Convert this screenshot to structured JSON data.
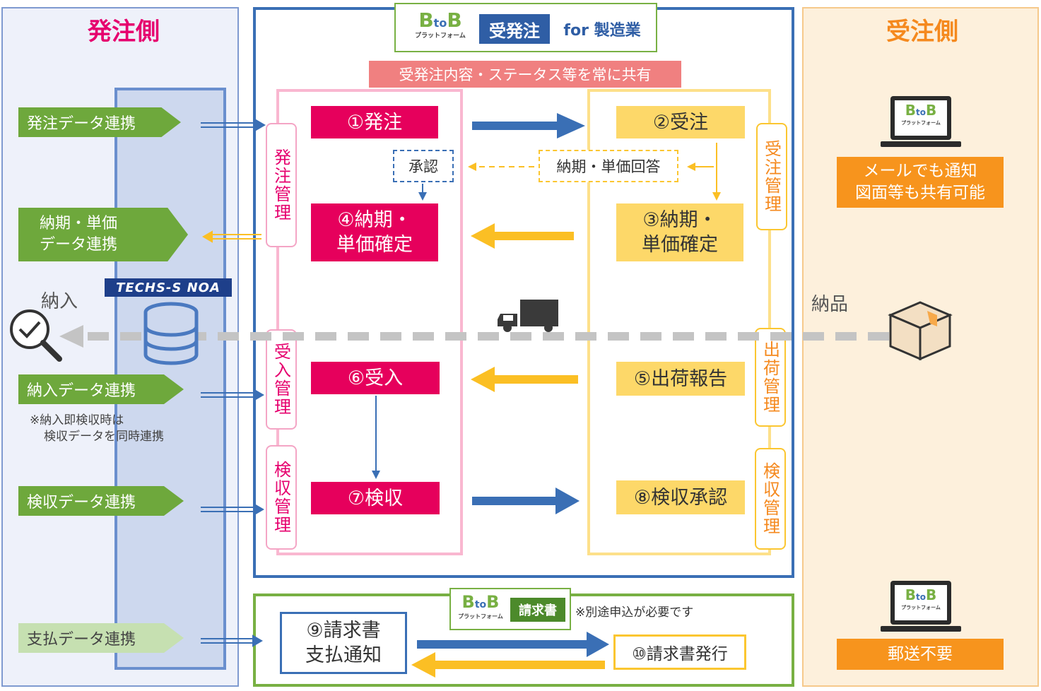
{
  "sides": {
    "order_side": "発注側",
    "receive_side": "受注側"
  },
  "platform_logo": {
    "b1": "B",
    "to": "to",
    "b2": "B",
    "sub": "プラットフォーム"
  },
  "header_logo": {
    "product": "受発注",
    "for_text": "for 製造業"
  },
  "share_banner": "受発注内容・ステータス等を常に共有",
  "left_links": {
    "order_data": "発注データ連携",
    "delivery_price_line1": "納期・単価",
    "delivery_price_line2": "データ連携",
    "receipt_data": "納入データ連携",
    "note_line1": "※納入即検収時は",
    "note_line2": "検収データを同時連携",
    "inspection_data": "検収データ連携",
    "payment_data": "支払データ連携"
  },
  "techs_logo": "TECHS-S NOA",
  "delivery_in_label": "納入",
  "delivery_out_label": "納品",
  "order_mgmt_tags": {
    "order": "発注管理",
    "receipt": "受入管理",
    "inspection": "検収管理"
  },
  "receive_mgmt_tags": {
    "receive": "受注管理",
    "shipping": "出荷管理",
    "inspection": "検収管理"
  },
  "steps": {
    "s1": "①発注",
    "s2": "②受注",
    "s3_line1": "③納期・",
    "s3_line2": "単価確定",
    "s4_line1": "④納期・",
    "s4_line2": "単価確定",
    "s5": "⑤出荷報告",
    "s6": "⑥受入",
    "s7": "⑦検収",
    "s8": "⑧検収承認",
    "s9_line1": "⑨請求書",
    "s9_line2": "支払通知",
    "s10": "⑩請求書発行"
  },
  "approval_label": "承認",
  "reply_label": "納期・単価回答",
  "mail_notice_line1": "メールでも通知",
  "mail_notice_line2": "図面等も共有可能",
  "invoice_logo_label": "請求書",
  "invoice_note": "※別途申込が必要です",
  "postage_label": "郵送不要",
  "colors": {
    "blue_arrow": "#3a6fb5",
    "yellow_arrow": "#fbbf24",
    "green_link": "#6ea83c",
    "step_pink": "#e6005c",
    "step_yellow": "#fdd869",
    "notice_orange": "#f7941d"
  },
  "icons": [
    "search-check-icon",
    "database-icon",
    "truck-icon",
    "box-icon",
    "laptop-icon"
  ]
}
